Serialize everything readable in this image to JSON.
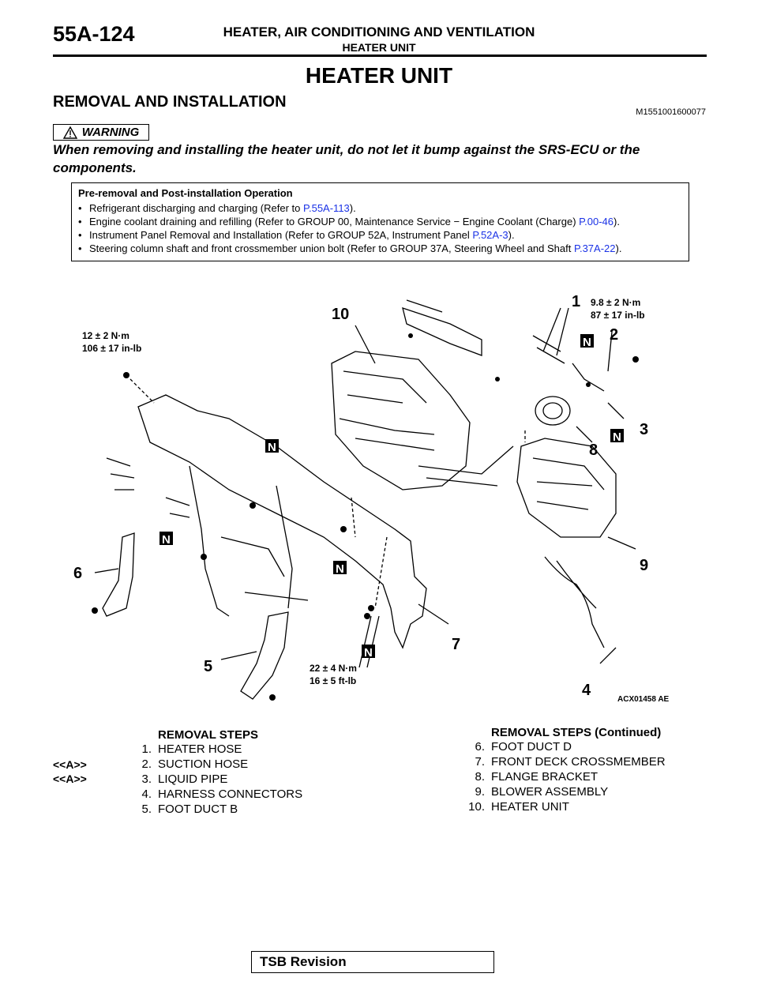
{
  "header": {
    "page_number": "55A-124",
    "title": "HEATER, AIR CONDITIONING AND VENTILATION",
    "subtitle": "HEATER UNIT"
  },
  "section_title": "HEATER UNIT",
  "subsection": {
    "title": "REMOVAL AND INSTALLATION",
    "code": "M1551001600077"
  },
  "warning": {
    "label": "WARNING",
    "text": "When removing and installing the heater unit, do not let it bump against the SRS-ECU or the components."
  },
  "pre_removal": {
    "title": "Pre-removal and Post-installation Operation",
    "items": [
      {
        "text": "Refrigerant discharging and charging (Refer to ",
        "ref": "P.55A-113",
        "tail": ")."
      },
      {
        "text": "Engine coolant draining and refilling (Refer to GROUP 00, Maintenance Service − Engine Coolant (Charge) ",
        "ref": "P.00-46",
        "tail": ")."
      },
      {
        "text": "Instrument Panel Removal and Installation (Refer to GROUP 52A, Instrument Panel ",
        "ref": "P.52A-3",
        "tail": ")."
      },
      {
        "text": "Steering column shaft and front crossmember union bolt (Refer to GROUP 37A, Steering Wheel and Shaft ",
        "ref": "P.37A-22",
        "tail": ")."
      }
    ]
  },
  "figure": {
    "torque_1_line1": "12 ± 2 N·m",
    "torque_1_line2": "106 ± 17  in-lb",
    "torque_2_line1": "9.8 ± 2 N·m",
    "torque_2_line2": "87 ± 17 in-lb",
    "torque_3_line1": "22 ± 4 N·m",
    "torque_3_line2": "16 ± 5  ft-lb",
    "callouts": [
      "1",
      "2",
      "3",
      "4",
      "5",
      "6",
      "7",
      "8",
      "9",
      "10"
    ],
    "n_mark": "N",
    "figure_code": "ACX01458 AE"
  },
  "steps_left": {
    "title": "REMOVAL STEPS",
    "items": [
      {
        "num": "1.",
        "label": "HEATER HOSE",
        "mark": ""
      },
      {
        "num": "2.",
        "label": "SUCTION HOSE",
        "mark": "<<A>>"
      },
      {
        "num": "3.",
        "label": "LIQUID PIPE",
        "mark": "<<A>>"
      },
      {
        "num": "4.",
        "label": "HARNESS CONNECTORS",
        "mark": ""
      },
      {
        "num": "5.",
        "label": "FOOT DUCT B",
        "mark": ""
      }
    ]
  },
  "steps_right": {
    "title": "REMOVAL STEPS (Continued)",
    "items": [
      {
        "num": "6.",
        "label": "FOOT DUCT D"
      },
      {
        "num": "7.",
        "label": "FRONT DECK CROSSMEMBER"
      },
      {
        "num": "8.",
        "label": "FLANGE BRACKET"
      },
      {
        "num": "9.",
        "label": "BLOWER ASSEMBLY"
      },
      {
        "num": "10.",
        "label": "HEATER UNIT"
      }
    ]
  },
  "footer": {
    "tsb_label": "TSB Revision"
  }
}
